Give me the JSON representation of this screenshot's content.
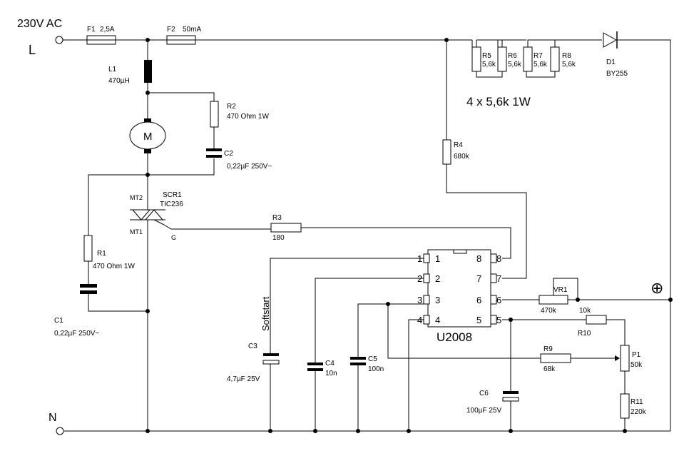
{
  "title": "4 x 5,6k  1W",
  "supply": {
    "voltage": "230V AC",
    "line": "L",
    "neutral": "N",
    "plus_symbol": "⊕"
  },
  "components": {
    "F1": {
      "ref": "F1",
      "value": "2,5A"
    },
    "F2": {
      "ref": "F2",
      "value": "50mA"
    },
    "L1": {
      "ref": "L1",
      "value": "470µH"
    },
    "M": {
      "ref": "M"
    },
    "R2": {
      "ref": "R2",
      "value": "470 Ohm 1W"
    },
    "C2": {
      "ref": "C2",
      "value": "0,22µF  250V~"
    },
    "SCR1": {
      "ref": "SCR1",
      "value": "TIC236",
      "mt1": "MT1",
      "mt2": "MT2",
      "gate": "G"
    },
    "R1": {
      "ref": "R1",
      "value": "470 Ohm 1W"
    },
    "C1": {
      "ref": "C1",
      "value": "0,22µF  250V~"
    },
    "R3": {
      "ref": "R3",
      "value": "180"
    },
    "R4": {
      "ref": "R4",
      "value": "680k"
    },
    "R5": {
      "ref": "R5",
      "value": "5,6k"
    },
    "R6": {
      "ref": "R6",
      "value": "5,6k"
    },
    "R7": {
      "ref": "R7",
      "value": "5,6k"
    },
    "R8": {
      "ref": "R8",
      "value": "5,6k"
    },
    "D1": {
      "ref": "D1",
      "value": "BY255"
    },
    "C3": {
      "ref": "C3",
      "value": "4,7µF  25V",
      "note": "Softstart"
    },
    "C4": {
      "ref": "C4",
      "value": "10n"
    },
    "C5": {
      "ref": "C5",
      "value": "100n"
    },
    "C6": {
      "ref": "C6",
      "value": "100µF 25V"
    },
    "VR1": {
      "ref": "VR1",
      "value": "470k"
    },
    "R9": {
      "ref": "R9",
      "value": "68k"
    },
    "R10": {
      "ref": "R10",
      "value": "10k"
    },
    "P1": {
      "ref": "P1",
      "value": "50k"
    },
    "R11": {
      "ref": "R11",
      "value": "220k"
    },
    "IC": {
      "ref": "U2008",
      "pins": [
        "1",
        "2",
        "3",
        "4",
        "5",
        "6",
        "7",
        "8"
      ]
    }
  }
}
